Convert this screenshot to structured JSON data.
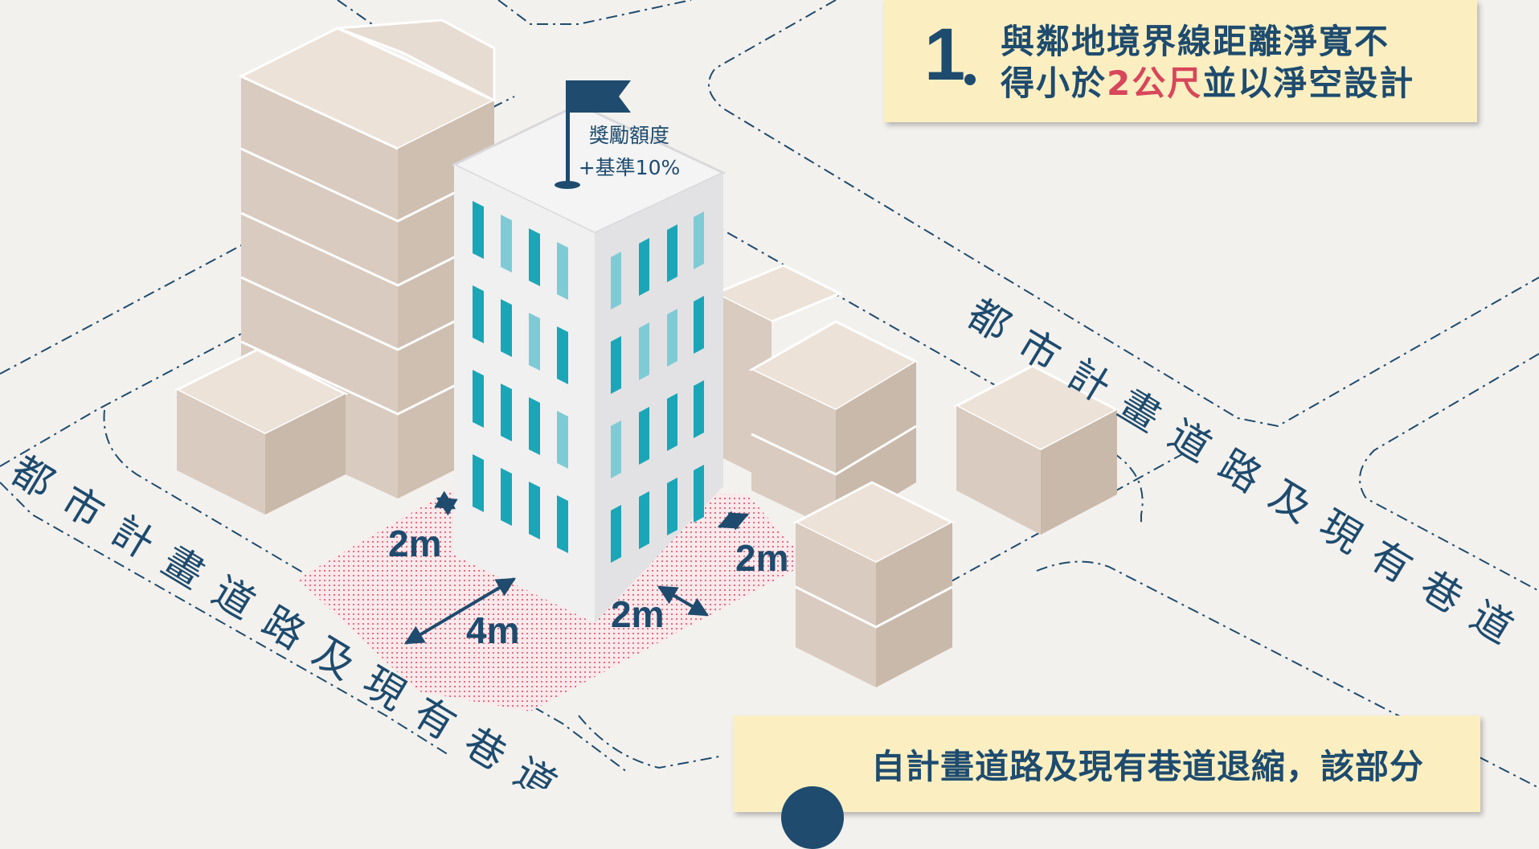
{
  "road_label_left": "都市計畫道路及現有巷道",
  "road_label_right": "都市計畫道路及現有巷道",
  "flag": {
    "line1": "獎勵額度",
    "line2": "+基準10%"
  },
  "dimensions": {
    "left_setback": "2m",
    "right_setback": "2m",
    "front_setback": "2m",
    "road_setback": "4m"
  },
  "note_1": {
    "number": "1",
    "line1": "與鄰地境界線距離淨寬不",
    "line2_prefix": "得小於",
    "line2_highlight": "2公尺",
    "line2_suffix": "並以淨空設計"
  },
  "note_2": {
    "line1": "自計畫道路及現有巷道退縮，該部分"
  },
  "colors": {
    "text": "#1e4b6e",
    "highlight": "#d8465a",
    "note_bg": "#fbefc2",
    "building_side": "#d9cbbf",
    "window": "#1aa6b7",
    "setback_dots": "#d8465a"
  }
}
